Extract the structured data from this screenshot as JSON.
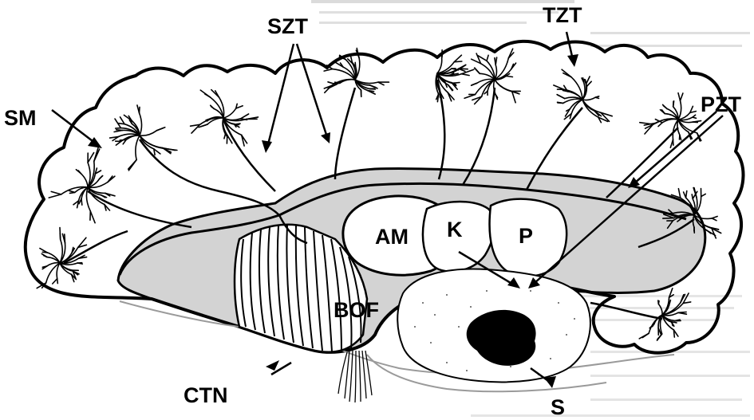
{
  "diagram": {
    "labels": {
      "SM": "SM",
      "SZT": "SZT",
      "TZT": "TZT",
      "PZT": "PZT",
      "AM": "AM",
      "K": "K",
      "P": "P",
      "BOF": "BOF",
      "CTN": "CTN",
      "S": "S"
    },
    "colors": {
      "ink": "#000000",
      "shade": "#d3d3d3",
      "paper": "#ffffff",
      "bleed": "#c9c9c9"
    }
  }
}
